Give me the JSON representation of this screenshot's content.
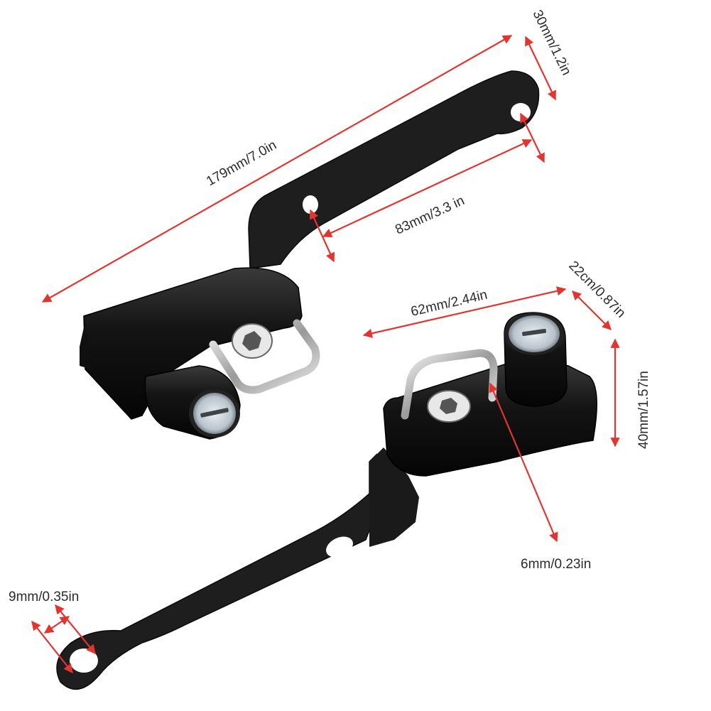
{
  "image": {
    "background": "#ffffff",
    "annotation_color": "#e3342f",
    "part_color": "#1c1c1c"
  },
  "dimensions": {
    "overall_length": "179mm/7.0in",
    "end_width": "30mm/1.2in",
    "hole_spacing": "83mm/3.3 in",
    "lock_length": "62mm/2.44in",
    "lock_depth": "22cm/0.87in",
    "lock_height": "40mm/1.57in",
    "shackle_diameter": "6mm/0.23in",
    "hole_diameter": "9mm/0.35in"
  }
}
